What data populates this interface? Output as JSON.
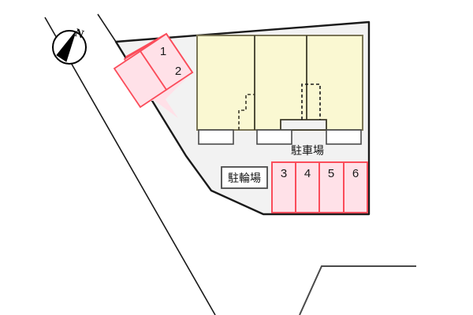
{
  "map": {
    "type": "property-site-plan",
    "title": "",
    "background_color": "#ffffff",
    "site_fill_color": "#f2f2f2",
    "site_stroke_color": "#1a1a1a",
    "building_fill_color": "#faf8d2",
    "building_stroke_color": "#7a7556",
    "parking_fill_color": "#ffe1e8",
    "parking_stroke_color": "#fb4c5a",
    "road_line_color": "#1a1a1a",
    "balcony_fill_color": "#ffffff"
  },
  "compass": {
    "label": "N",
    "name": "north-arrow"
  },
  "labels": {
    "parking_lot": "駐車場",
    "bicycle_parking": "駐輪場"
  },
  "parking_stalls_angled": [
    {
      "number": "1"
    },
    {
      "number": "2"
    }
  ],
  "parking_stalls_row": [
    {
      "number": "3"
    },
    {
      "number": "4"
    },
    {
      "number": "5"
    },
    {
      "number": "6"
    }
  ],
  "building": {
    "units": 3,
    "balconies": 3
  }
}
